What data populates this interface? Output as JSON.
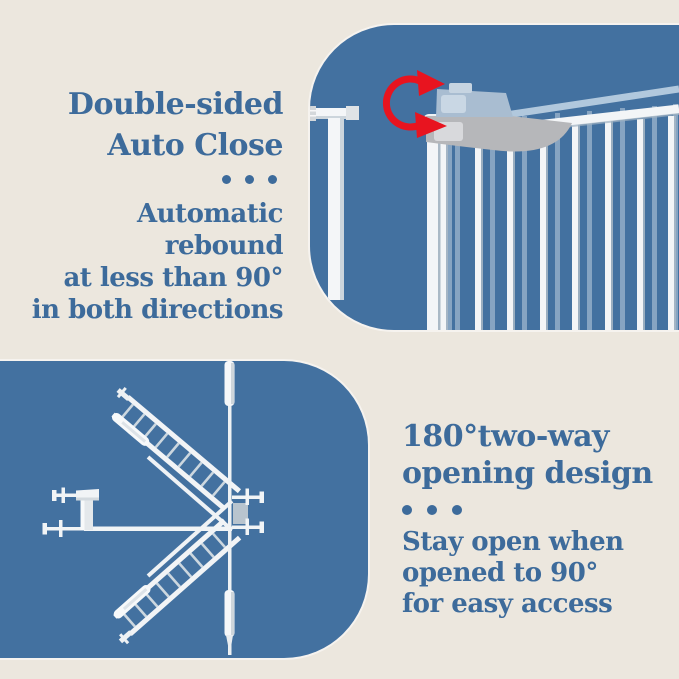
{
  "colors": {
    "background": "#ece7de",
    "panel_blue": "#4371a0",
    "text_blue": "#3d6b9b",
    "arrow_red": "#e8141f"
  },
  "auto_close": {
    "title": [
      "Double-sided",
      "Auto Close"
    ],
    "divider_dots_count": 3,
    "body": [
      "Automatic rebound",
      "at less than 90°",
      "in both directions"
    ]
  },
  "two_way": {
    "title": [
      "180°two-way",
      "opening design"
    ],
    "divider_dots_count": 3,
    "body": [
      "Stay open when",
      "opened to 90°",
      "for easy access"
    ]
  }
}
